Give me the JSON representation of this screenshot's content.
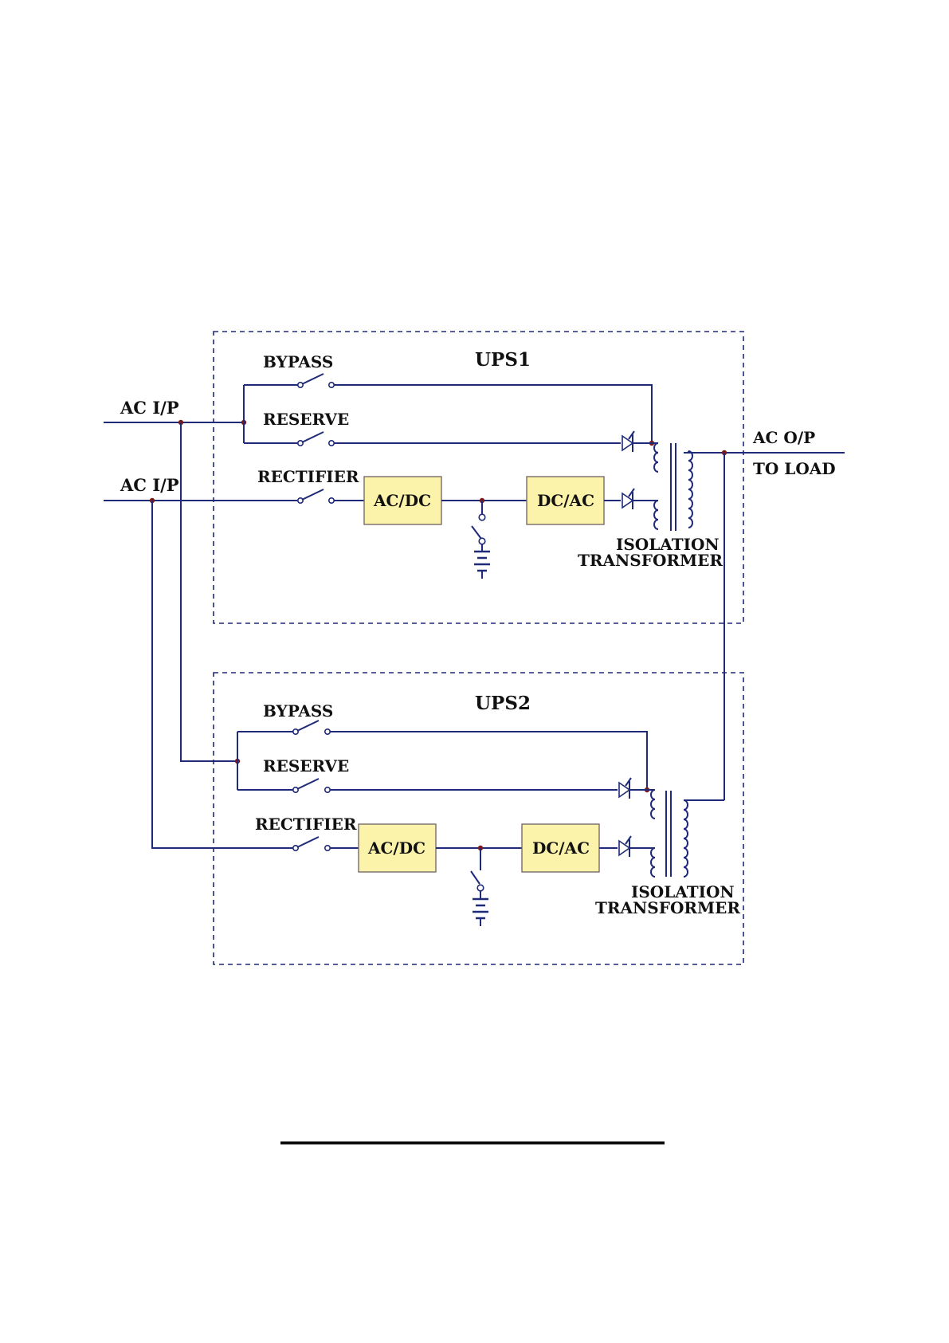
{
  "inputs": {
    "ac_in_1": "AC I/P",
    "ac_in_2": "AC I/P"
  },
  "output": {
    "line1": "AC O/P",
    "line2": "TO LOAD"
  },
  "ups1": {
    "title": "UPS1",
    "bypass": "BYPASS",
    "reserve": "RESERVE",
    "rectifier": "RECTIFIER",
    "acdc": "AC/DC",
    "dcac": "DC/AC",
    "transformer_line1": "ISOLATION",
    "transformer_line2": "TRANSFORMER"
  },
  "ups2": {
    "title": "UPS2",
    "bypass": "BYPASS",
    "reserve": "RESERVE",
    "rectifier": "RECTIFIER",
    "acdc": "AC/DC",
    "dcac": "DC/AC",
    "transformer_line1": "ISOLATION",
    "transformer_line2": "TRANSFORMER"
  },
  "colors": {
    "wire": "#1f2a78",
    "converter_box": "#fbf3a9",
    "junction": "#7a1a1a"
  }
}
